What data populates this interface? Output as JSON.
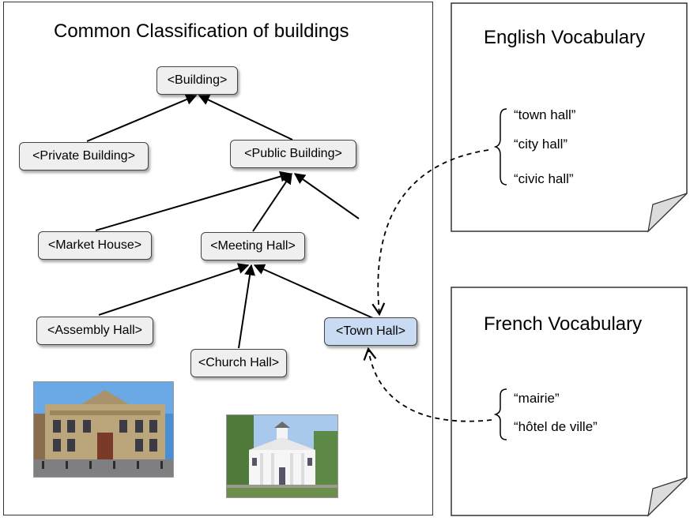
{
  "classification": {
    "title": "Common Classification of buildings",
    "nodes": {
      "building": "<Building>",
      "private_building": "<Private Building>",
      "public_building": "<Public Building>",
      "market_house": "<Market House>",
      "meeting_hall": "<Meeting Hall>",
      "assembly_hall": "<Assembly Hall>",
      "church_hall": "<Church Hall>",
      "town_hall": "<Town Hall>"
    }
  },
  "english_vocabulary": {
    "title": "English Vocabulary",
    "terms": [
      "“town hall”",
      "“city hall”",
      "“civic hall”"
    ]
  },
  "french_vocabulary": {
    "title": "French Vocabulary",
    "terms": [
      "“mairie”",
      "“hôtel de ville”"
    ]
  },
  "colors": {
    "node_fill": "#efefef",
    "highlight_fill": "#c9daf3",
    "page_fold": "#dcdcdc"
  }
}
